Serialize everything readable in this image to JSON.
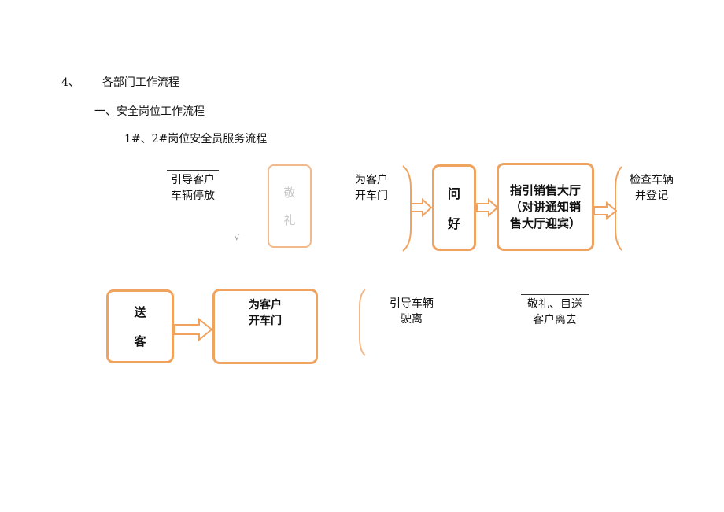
{
  "heading": {
    "number": "4、",
    "title": "各部门工作流程"
  },
  "subheading": "一、安全岗位工作流程",
  "subsubheading": "1#、2#岗位安全员服务流程",
  "row1": {
    "guide_line1": "引导客户",
    "guide_line2": "车辆停放",
    "salute_char1": "敬",
    "salute_char2": "礼",
    "check_mark": "√",
    "open_door_line1": "为客户",
    "open_door_line2": "开车门",
    "greet_char1": "问",
    "greet_char2": "好",
    "direct_line1": "指引销售大厅",
    "direct_line2": "（对讲通知销",
    "direct_line3": "售大厅迎宾）",
    "inspect_line1": "检查车辆",
    "inspect_line2": "并登记"
  },
  "row2": {
    "send_char1": "送",
    "send_char2": "客",
    "open_door_line1": "为客户",
    "open_door_line2": "开车门",
    "guide_leave_line1": "引导车辆",
    "guide_leave_line2": "驶离",
    "salute_line1": "敬礼、目送",
    "salute_line2": "客户离去"
  },
  "colors": {
    "accent": "#f0a35e",
    "faint_accent": "#f3b98a"
  }
}
